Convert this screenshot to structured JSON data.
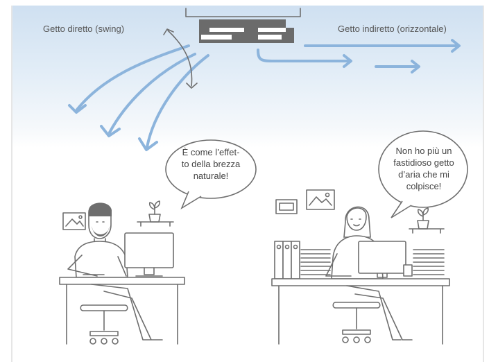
{
  "labels": {
    "direct": "Getto diretto (swing)",
    "indirect": "Getto indiretto (orizzontale)"
  },
  "bubbles": {
    "left_lines": [
      "È come l’effet-",
      "to della brezza",
      "naturale!"
    ],
    "right_lines": [
      "Non ho più un",
      "fastidioso getto",
      "d’aria che mi",
      "colpisce!"
    ]
  },
  "icons": {
    "left_person": "man-at-desk",
    "right_person": "woman-at-desk",
    "unit": "air-conditioner-unit"
  },
  "colors": {
    "airflow": "#8cb4dc",
    "line": "#6e6e6e",
    "sky_top": "#cfe0f1"
  }
}
